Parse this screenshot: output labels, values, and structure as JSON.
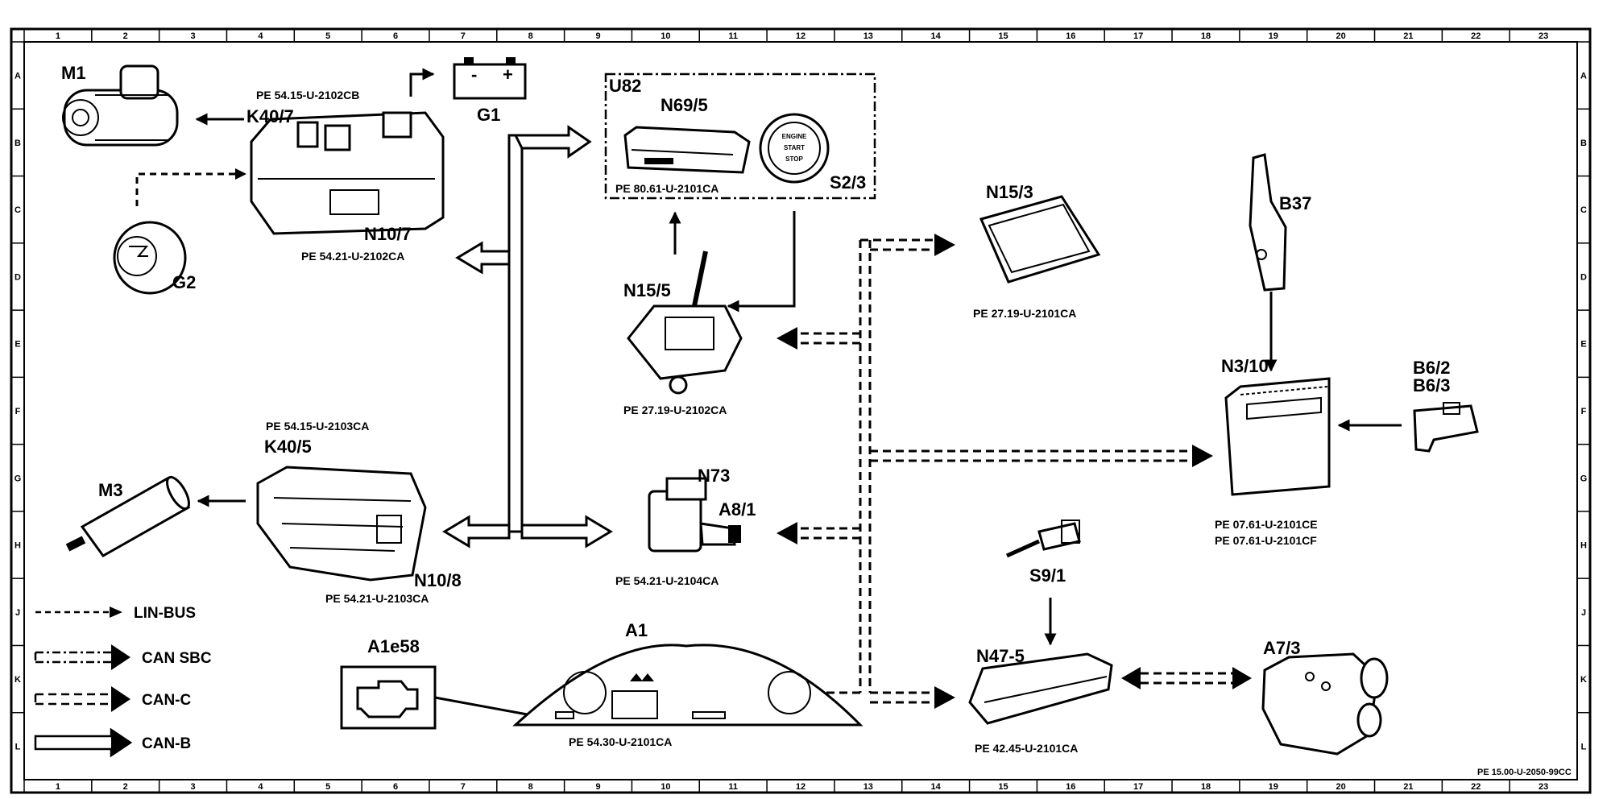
{
  "document_ref": "PE 15.00-U-2050-99CC",
  "grid": {
    "columns": [
      "1",
      "2",
      "3",
      "4",
      "5",
      "6",
      "7",
      "8",
      "9",
      "10",
      "11",
      "12",
      "13",
      "14",
      "15",
      "16",
      "17",
      "18",
      "19",
      "20",
      "21",
      "22",
      "23"
    ],
    "rows": [
      "A",
      "B",
      "C",
      "D",
      "E",
      "F",
      "G",
      "H",
      "J",
      "K",
      "L"
    ]
  },
  "components": {
    "m1": {
      "label": "M1"
    },
    "k40_7": {
      "label": "K40/7",
      "ref": "PE 54.15-U-2102CB"
    },
    "g1": {
      "label": "G1",
      "minus": "-",
      "plus": "+"
    },
    "n10_7": {
      "label": "N10/7",
      "ref": "PE 54.21-U-2102CA"
    },
    "g2": {
      "label": "G2"
    },
    "u82": {
      "label": "U82"
    },
    "n69_5": {
      "label": "N69/5",
      "ref": "PE 80.61-U-2101CA"
    },
    "s2_3": {
      "label": "S2/3",
      "button_lines": [
        "ENGINE",
        "START",
        "STOP"
      ]
    },
    "n15_5": {
      "label": "N15/5",
      "ref": "PE 27.19-U-2102CA"
    },
    "n15_3": {
      "label": "N15/3",
      "ref": "PE 27.19-U-2101CA"
    },
    "b37": {
      "label": "B37"
    },
    "n3_10": {
      "label": "N3/10",
      "ref1": "PE 07.61-U-2101CE",
      "ref2": "PE 07.61-U-2101CF"
    },
    "b6": {
      "label1": "B6/2",
      "label2": "B6/3"
    },
    "k40_5": {
      "label": "K40/5",
      "ref": "PE 54.15-U-2103CA"
    },
    "m3": {
      "label": "M3"
    },
    "n10_8": {
      "label": "N10/8",
      "ref": "PE 54.21-U-2103CA"
    },
    "n73": {
      "label": "N73",
      "sub": "A8/1",
      "ref": "PE 54.21-U-2104CA"
    },
    "s9_1": {
      "label": "S9/1"
    },
    "a1e58": {
      "label": "A1e58"
    },
    "a1": {
      "label": "A1",
      "ref": "PE 54.30-U-2101CA"
    },
    "n47_5": {
      "label": "N47-5",
      "ref": "PE 42.45-U-2101CA"
    },
    "a7_3": {
      "label": "A7/3"
    }
  },
  "legend": [
    {
      "label": "LIN-BUS",
      "style": "lin"
    },
    {
      "label": "CAN SBC",
      "style": "sbc"
    },
    {
      "label": "CAN-C",
      "style": "canc"
    },
    {
      "label": "CAN-B",
      "style": "canb"
    }
  ]
}
